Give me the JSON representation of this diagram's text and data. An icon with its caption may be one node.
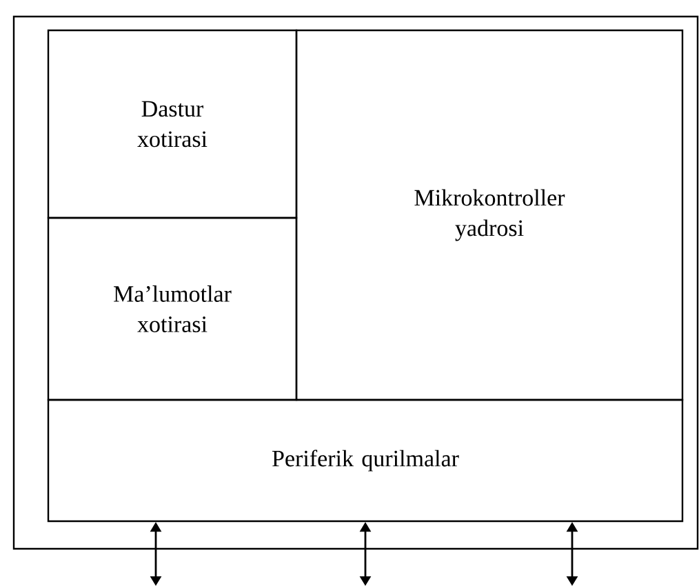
{
  "diagram": {
    "nodes": [
      {
        "text": [],
        "shape": "box"
      },
      {
        "text": [
          "Dastur xotirasi"
        ],
        "in": 0
      },
      {
        "text": [
          "Ma’lumotlar xotirasi"
        ],
        "in": 0
      },
      {
        "text": [
          "Mikrokontroller yadrosi"
        ],
        "in": 0
      },
      {
        "text": [
          "Periferik qurilmalar"
        ],
        "in": 0
      }
    ],
    "edges": [
      {
        "from": 4,
        "to": null,
        "arrow": "both"
      },
      {
        "from": 4,
        "to": null,
        "arrow": "both"
      },
      {
        "from": 4,
        "to": null,
        "arrow": "both"
      }
    ]
  }
}
